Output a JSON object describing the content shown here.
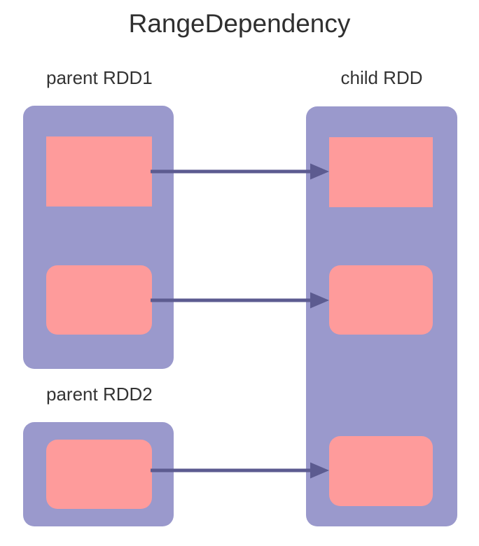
{
  "title": "RangeDependency",
  "colors": {
    "rdd_fill": "#9a99cc",
    "partition_fill": "#fe9b9b",
    "arrow": "#5c5b90",
    "text": "#333333",
    "background": "#ffffff"
  },
  "diagram": {
    "type": "dependency-diagram",
    "nodes": [
      {
        "id": "parent-rdd1",
        "label": "parent RDD1",
        "partitions": 2
      },
      {
        "id": "child-rdd",
        "label": "child RDD",
        "partitions": 3
      },
      {
        "id": "parent-rdd2",
        "label": "parent RDD2",
        "partitions": 1
      }
    ],
    "edges": [
      {
        "from": "parent-rdd1.partition-1",
        "to": "child-rdd.partition-1"
      },
      {
        "from": "parent-rdd1.partition-2",
        "to": "child-rdd.partition-2"
      },
      {
        "from": "parent-rdd2.partition-1",
        "to": "child-rdd.partition-3"
      }
    ]
  }
}
